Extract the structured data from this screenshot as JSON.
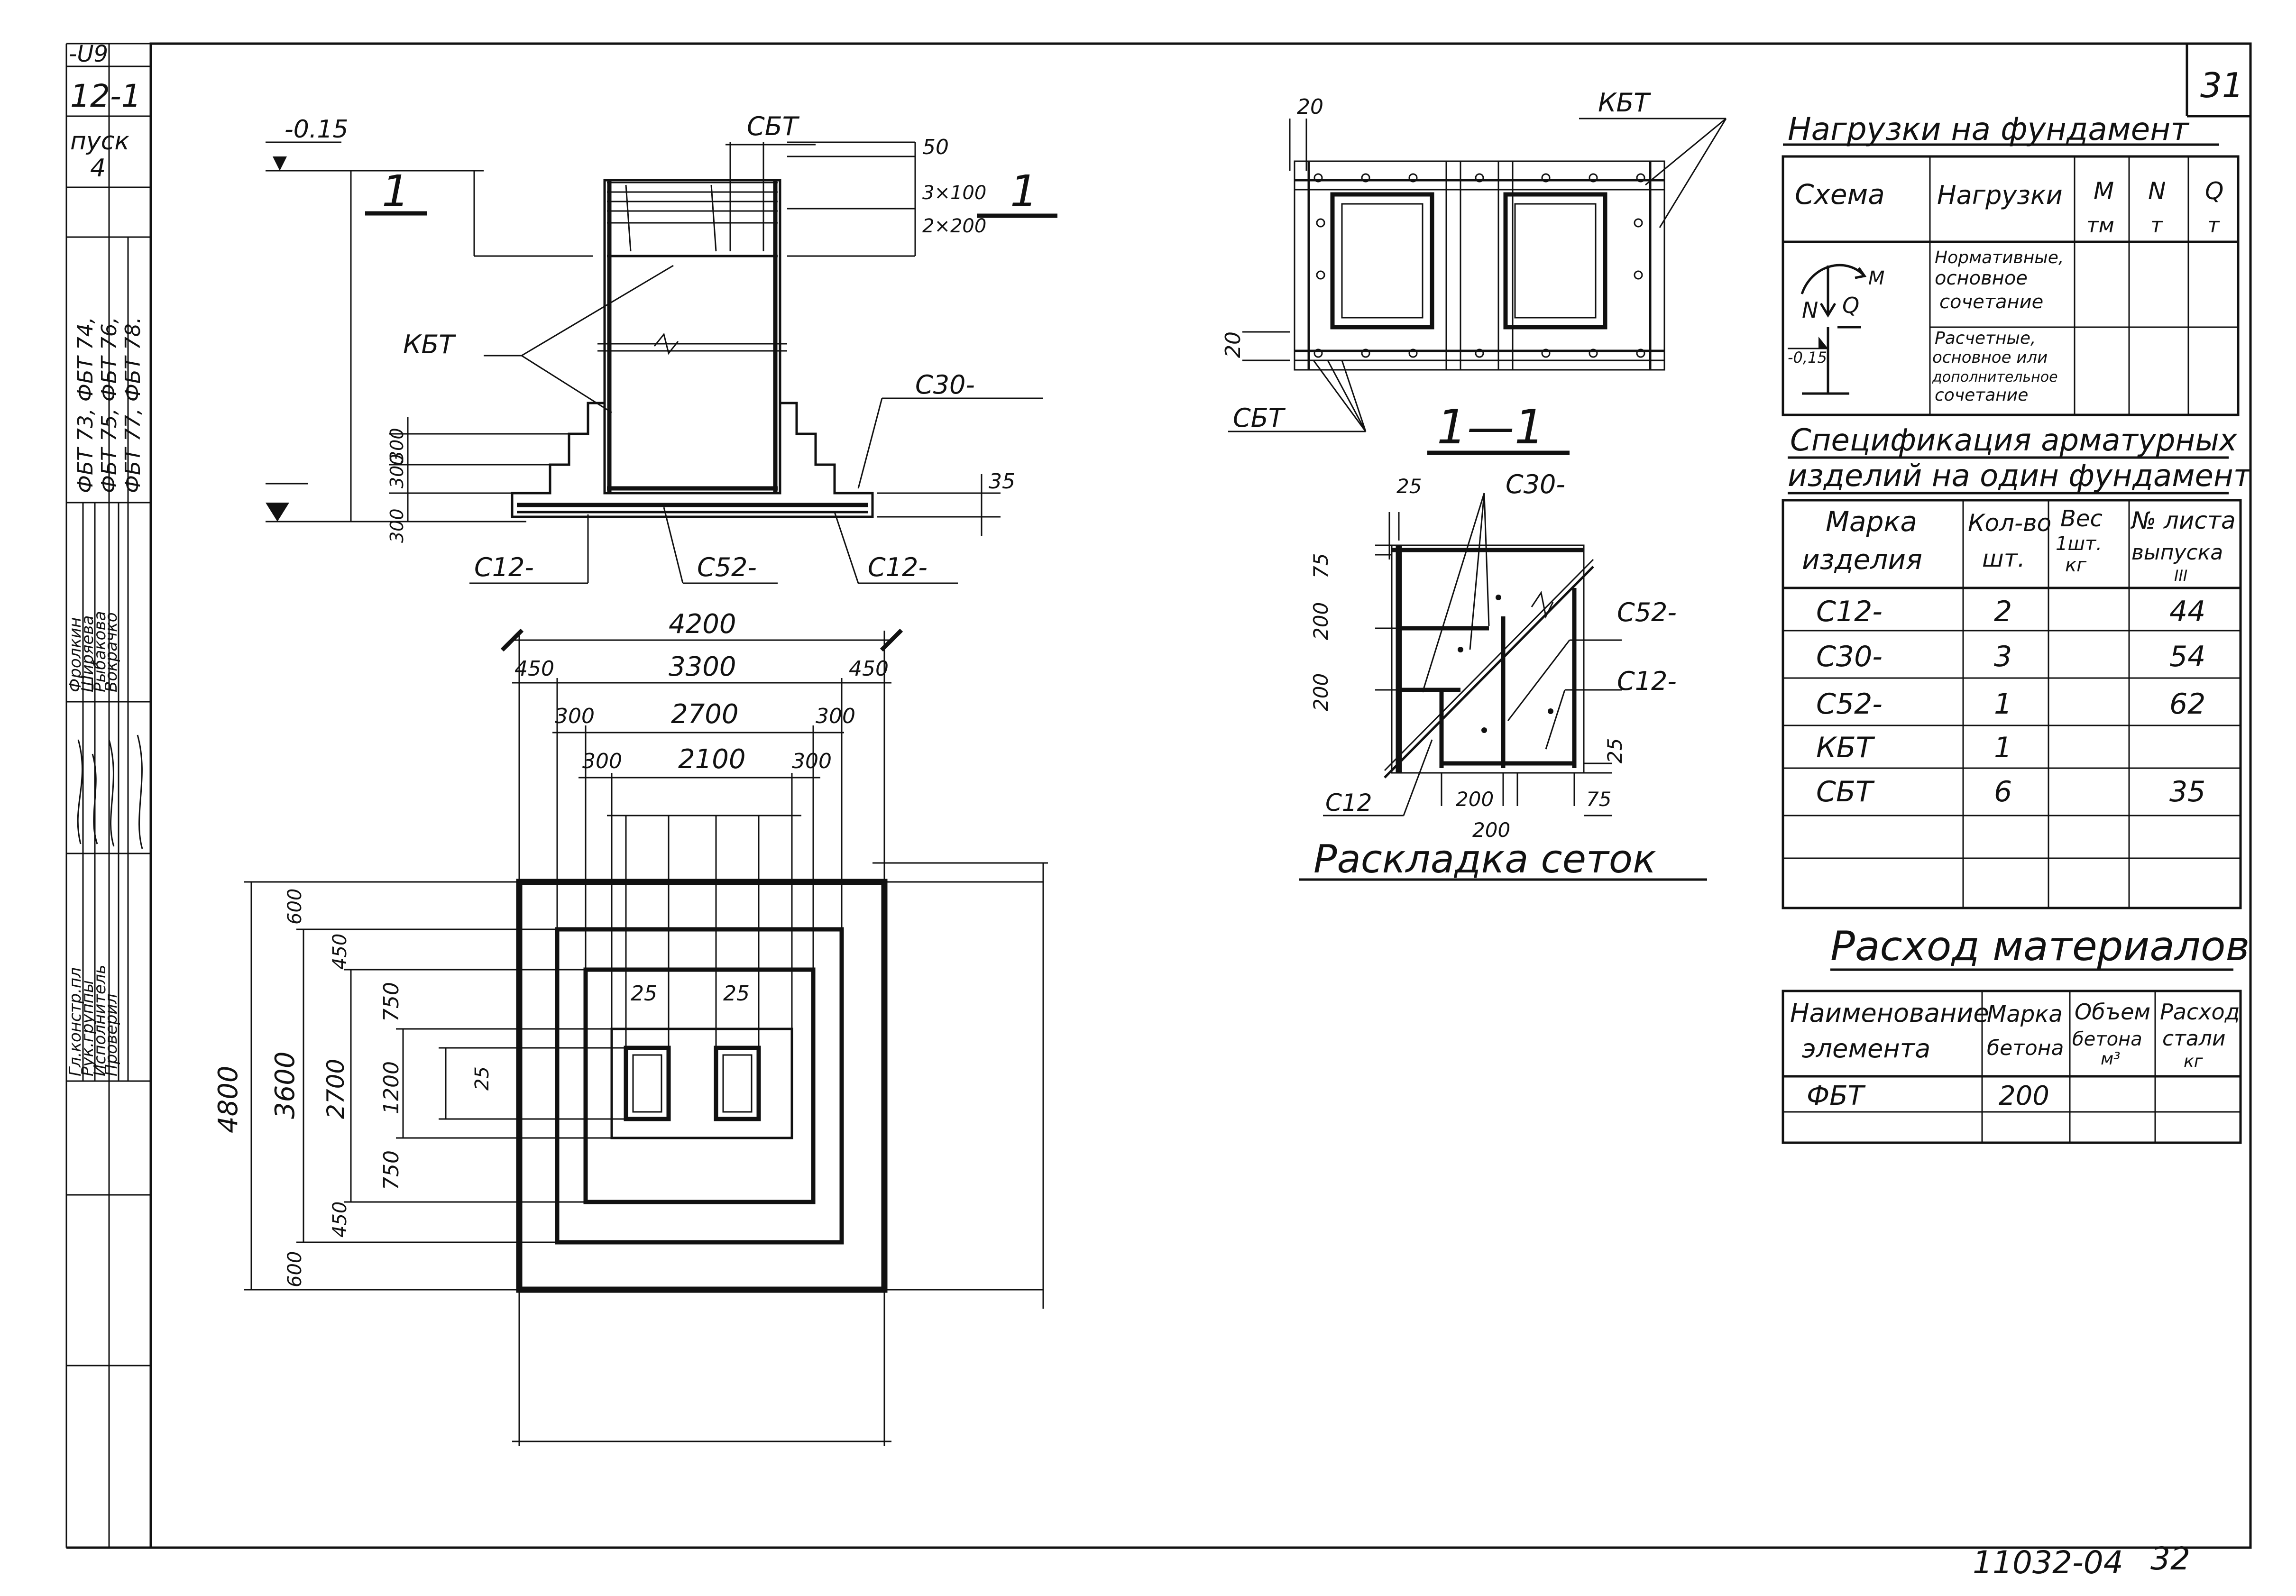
{
  "sheet": {
    "sheet_number": "31",
    "doc_code": "11032-04",
    "page_number": "32"
  },
  "side_stamp": {
    "frag_code": "-U9",
    "frag_series": "12-1",
    "frag_vypusk": "пуск",
    "frag_vyp_no": "4",
    "marks_row1": "ФБТ 73, ФБТ 74,",
    "marks_row2": "ФБТ 75, ФБТ 76,",
    "marks_row3": "ФБТ 77, ФБТ 78.",
    "roles": [
      "Гл.констр.пл",
      "Рук.группы",
      "Исполнитель",
      "Проверил"
    ],
    "names": [
      "Фролкин",
      "Ширяева",
      "Рыбакова",
      "Вокрачко"
    ]
  },
  "section_view": {
    "elev_top": "-0.15",
    "section_mark": "1",
    "lbl_sbt": "СБТ",
    "lbl_kbt": "КБТ",
    "lbl_s30": "С30-",
    "lbl_s12_left": "С12-",
    "lbl_s52": "С52-",
    "lbl_s12_right": "С12-",
    "dim_50": "50",
    "dim_3x100": "3×100",
    "dim_2x200": "2×200",
    "dim_300a": "300",
    "dim_300b": "300",
    "dim_300c": "300",
    "dim_35": "35"
  },
  "plan_view": {
    "dim_4200": "4200",
    "dim_3300": "3300",
    "dim_450_l": "450",
    "dim_450_r": "450",
    "dim_300_l1": "300",
    "dim_2700": "2700",
    "dim_300_r1": "300",
    "dim_300_l2": "300",
    "dim_2100": "2100",
    "dim_300_r2": "300",
    "dim_25_a": "25",
    "dim_25_b": "25",
    "dim_4800": "4800",
    "dim_3600": "3600",
    "dim_2700_v": "2700",
    "dim_600_t": "600",
    "dim_450_t": "450",
    "dim_750_t": "750",
    "dim_1200": "1200",
    "dim_750_b": "750",
    "dim_450_b": "450",
    "dim_600_b": "600",
    "dim_25_v": "25"
  },
  "cage_plan": {
    "lbl_kbt": "КБТ",
    "lbl_sbt": "СБТ",
    "dim_20_top": "20",
    "dim_20_side": "20"
  },
  "mesh_layout": {
    "section_title": "1—1",
    "lbl_s30": "С30-",
    "lbl_s52": "С52-",
    "lbl_s12_r": "С12-",
    "lbl_s12_l": "С12",
    "dim_25_t": "25",
    "dim_75_t": "75",
    "dim_200_a": "200",
    "dim_200_b": "200",
    "dim_200_h": "200",
    "dim_200_h2": "200",
    "dim_25_r": "25",
    "dim_75_r": "75",
    "caption": "Раскладка сеток"
  },
  "loads_table": {
    "title": "Нагрузки на фундамент",
    "headers": [
      "Схема",
      "Нагрузки",
      "M",
      "N",
      "Q"
    ],
    "units": [
      "тм",
      "т",
      "т"
    ],
    "row1": [
      "Нормативные,",
      "основное",
      "сочетание"
    ],
    "row2": [
      "Расчетные,",
      "основное или",
      "дополнительное",
      "сочетание"
    ],
    "scheme_labels": {
      "n": "N",
      "q": "Q",
      "m": "M",
      "elev": "-0,15"
    }
  },
  "spec_table": {
    "title_line1": "Спецификация арматурных",
    "title_line2": "изделий на один фундамент",
    "h_mark": [
      "Марка",
      "изделия"
    ],
    "h_qty": [
      "Кол-во",
      "шт."
    ],
    "h_weight": [
      "Вес",
      "1шт.",
      "кг"
    ],
    "h_sheet": [
      "№ листа",
      "выпуска",
      "III"
    ],
    "rows": [
      {
        "mark": "С12-",
        "qty": "2",
        "weight": "",
        "sheet": "44"
      },
      {
        "mark": "С30-",
        "qty": "3",
        "weight": "",
        "sheet": "54"
      },
      {
        "mark": "С52-",
        "qty": "1",
        "weight": "",
        "sheet": "62"
      },
      {
        "mark": "КБТ",
        "qty": "1",
        "weight": "",
        "sheet": ""
      },
      {
        "mark": "СБТ",
        "qty": "6",
        "weight": "",
        "sheet": "35"
      }
    ]
  },
  "materials_table": {
    "title": "Расход материалов",
    "h_name": [
      "Наименование",
      "элемента"
    ],
    "h_grade": [
      "Марка",
      "бетона"
    ],
    "h_volume": [
      "Объем",
      "бетона",
      "м³"
    ],
    "h_steel": [
      "Расход",
      "стали",
      "кг"
    ],
    "rows": [
      {
        "name": "ФБТ",
        "grade": "200",
        "volume": "",
        "steel": ""
      }
    ]
  }
}
